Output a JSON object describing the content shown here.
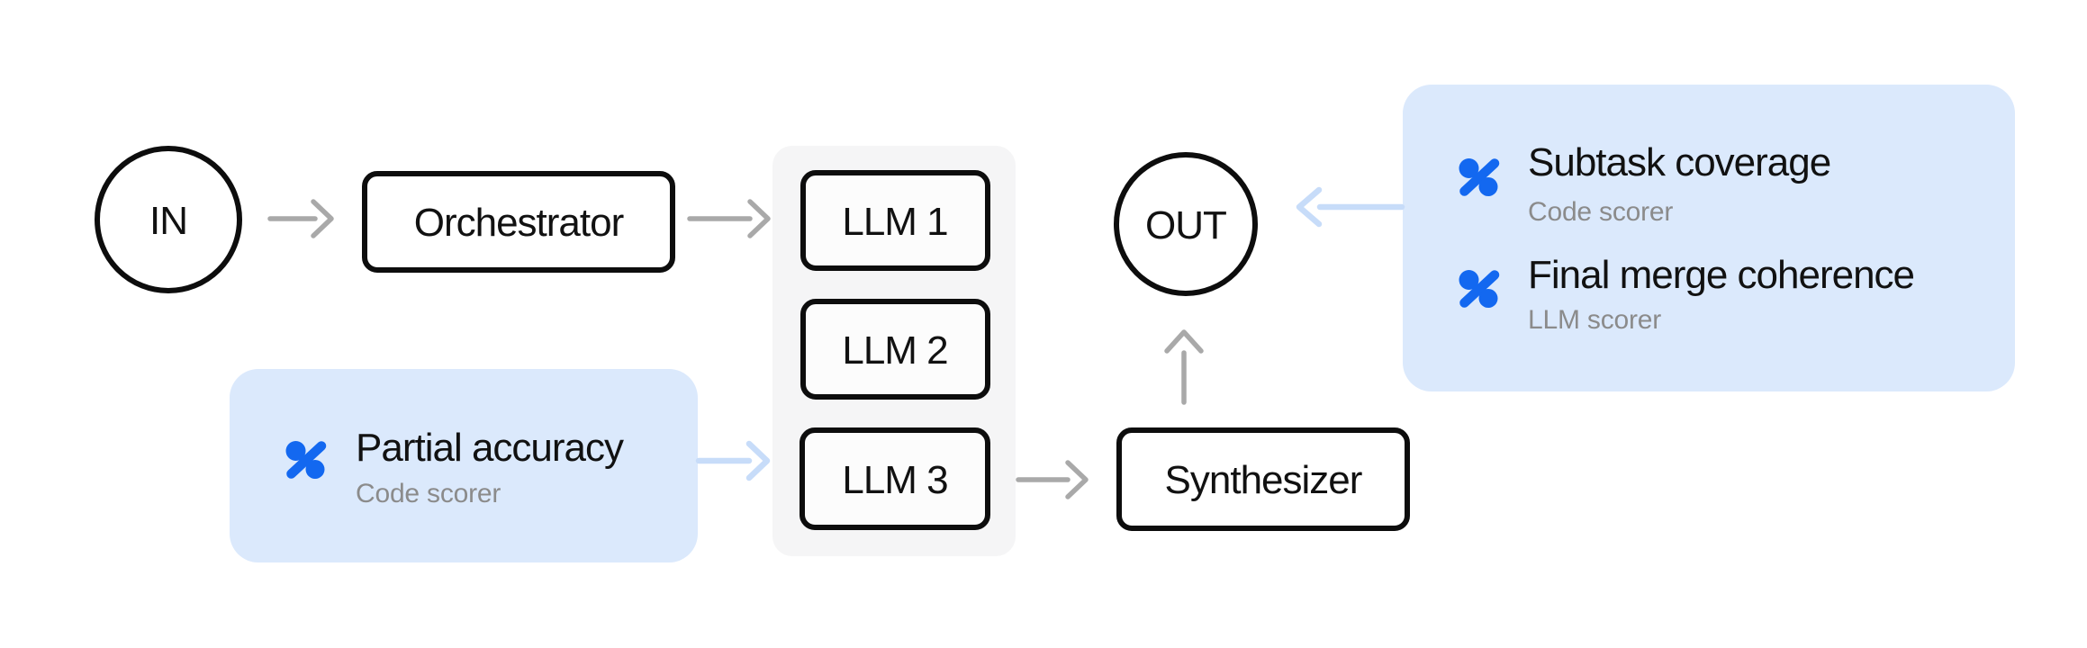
{
  "diagram": {
    "nodes": {
      "in": {
        "label": "IN"
      },
      "orchestrator": {
        "label": "Orchestrator"
      },
      "llm1": {
        "label": "LLM 1"
      },
      "llm2": {
        "label": "LLM 2"
      },
      "llm3": {
        "label": "LLM 3"
      },
      "synthesizer": {
        "label": "Synthesizer"
      },
      "out": {
        "label": "OUT"
      }
    },
    "scorers": {
      "partial": {
        "title": "Partial accuracy",
        "subtitle": "Code scorer",
        "icon": "percent-scorer-icon"
      },
      "subtask": {
        "title": "Subtask coverage",
        "subtitle": "Code scorer",
        "icon": "percent-scorer-icon"
      },
      "merge": {
        "title": "Final merge coherence",
        "subtitle": "LLM scorer",
        "icon": "percent-scorer-icon"
      }
    },
    "colors": {
      "canvas_bg": "#ffffff",
      "scorer_icon": "#1368f0",
      "scorer_bg": "#dbe9fc",
      "connector_blue": "#c7dcf9",
      "arrow_gray": "#a9a9a9",
      "group_bg": "#f5f5f6",
      "node_fill": "#ffffff",
      "llm_fill": "#fcfcfc",
      "node_border": "#0d0d0d",
      "text_primary": "#111111",
      "text_secondary": "#8b8b8b"
    }
  }
}
